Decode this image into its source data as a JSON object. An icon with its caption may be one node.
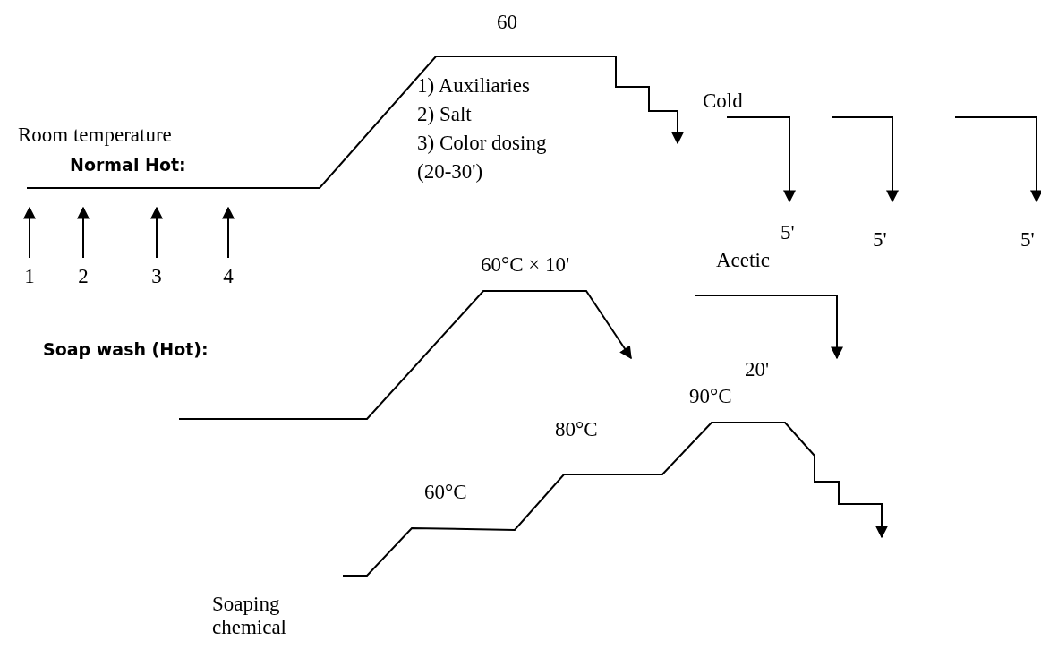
{
  "diagram": {
    "nodes": [
      {
        "text": [
          "1"
        ]
      },
      {
        "text": [
          "2"
        ]
      },
      {
        "text": [
          "3"
        ]
      },
      {
        "text": [
          "4"
        ]
      }
    ],
    "edges": [
      {
        "from": 0,
        "to": null,
        "arrow": "to"
      },
      {
        "from": 1,
        "to": null,
        "arrow": "to"
      },
      {
        "from": 2,
        "to": null,
        "arrow": "to"
      },
      {
        "from": 3,
        "to": null,
        "arrow": "to"
      }
    ],
    "labels": [
      "60",
      "Cold",
      "Room temperature",
      "Normal Hot:",
      "1) Auxiliaries",
      "2) Salt",
      "3) Color dosing",
      "(20-30')",
      "5'",
      "5'",
      "5'",
      "60°C × 10'",
      "Acetic",
      "Soap wash (Hot):",
      "20'",
      "90°C",
      "80°C",
      "60°C",
      "Soaping chemical"
    ]
  }
}
